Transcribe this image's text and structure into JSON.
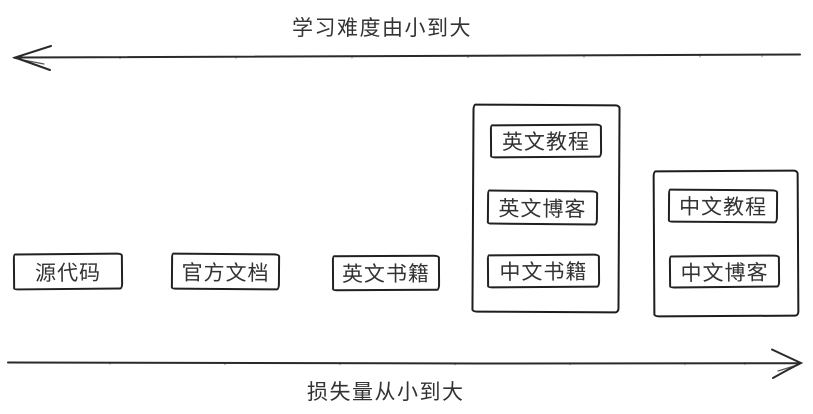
{
  "diagram": {
    "axes": {
      "top": {
        "label": "学习难度由小到大",
        "direction": "left"
      },
      "bottom": {
        "label": "损失量从小到大",
        "direction": "right"
      }
    },
    "nodes": [
      {
        "label": "源代码"
      },
      {
        "label": "官方文档"
      },
      {
        "label": "英文书籍"
      }
    ],
    "groups": [
      {
        "nodes": [
          {
            "label": "英文教程"
          },
          {
            "label": "英文博客"
          },
          {
            "label": "中文书籍"
          }
        ]
      },
      {
        "nodes": [
          {
            "label": "中文教程"
          },
          {
            "label": "中文博客"
          }
        ]
      }
    ]
  },
  "colors": {
    "stroke": "#2a2a2a",
    "text": "#333333",
    "background": "#ffffff"
  }
}
